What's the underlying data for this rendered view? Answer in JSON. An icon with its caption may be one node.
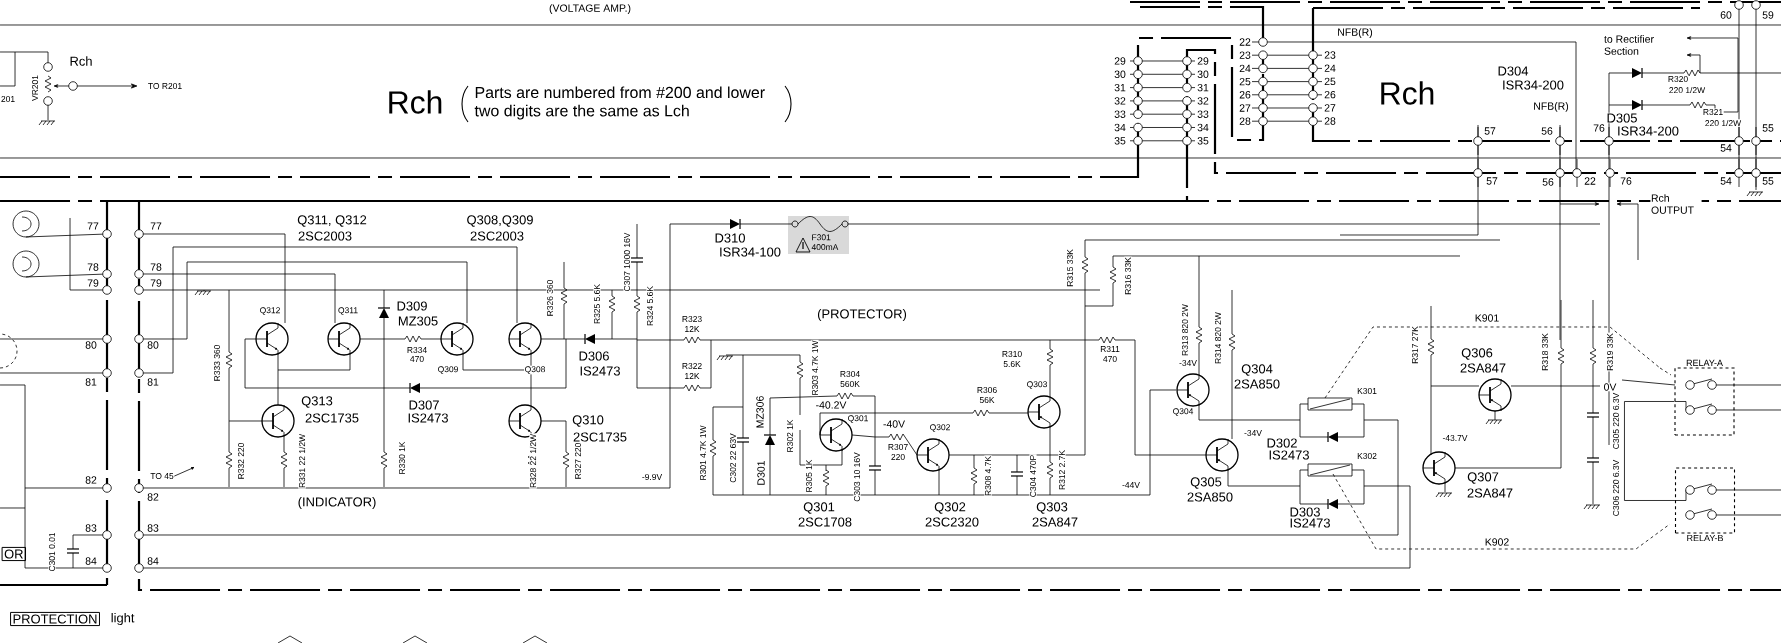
{
  "diagram": {
    "nodes": [
      {
        "text": [
          "F301 400mA"
        ]
      },
      {
        "text": [
          "RELAY-A"
        ]
      },
      {
        "text": [
          "RELAY-B"
        ]
      },
      {
        "text": [
          "OR"
        ]
      },
      {
        "text": [
          "PROTECTION"
        ],
        "beside": [
          "light"
        ]
      }
    ],
    "labels": [
      "(VOLTAGE AMP.)",
      "201",
      "VR201",
      "Rch",
      "TO R201",
      "Rch",
      "Parts are numbered from #200 and lower two digits are the same as Lch",
      "29",
      "30",
      "31",
      "32",
      "33",
      "34",
      "35",
      "29",
      "30",
      "31",
      "32",
      "33",
      "34",
      "35",
      "22",
      "23",
      "24",
      "25",
      "26",
      "27",
      "28",
      "23",
      "24",
      "25",
      "26",
      "27",
      "28",
      "NFB(R)",
      "Rch",
      "60",
      "59",
      "D304",
      "ISR34-200",
      "to Rectifier Section",
      "R320",
      "220 1/2W",
      "NFB(R)",
      "R321",
      "220 1/2W",
      "D305",
      "57",
      "56",
      "76",
      "ISR34-200",
      "55",
      "54",
      "57",
      "56",
      "22",
      "76",
      "54",
      "55",
      "Rch OUTPUT",
      "77",
      "77",
      "Q311, Q312",
      "2SC2003",
      "Q308,Q309",
      "2SC2003",
      "78",
      "78",
      "79",
      "79",
      "R315 33K",
      "R316 33K",
      "D310",
      "ISR34-100",
      "C307 1000 16V",
      "R326 360",
      "R325 5.6K",
      "R324 5.6K",
      "D309",
      "MZ305",
      "Q312",
      "Q311",
      "(PROTECTOR)",
      "R323",
      "12K",
      "R313 820 2W",
      "R314 820 2W",
      "K901",
      "R317 27K",
      "R318 33K",
      "R319 33K",
      "80",
      "80",
      "R334",
      "470",
      "R333 360",
      "D306",
      "IS2473",
      "R310",
      "5.6K",
      "R311",
      "470",
      "Q309",
      "Q308",
      "R322",
      "12K",
      "-34V",
      "Q304",
      "Q306",
      "2SA847",
      "2SA850",
      "R303 4.7K 1W",
      "R304",
      "560K",
      "81",
      "81",
      "R306",
      "56K",
      "Q303",
      "K301",
      "0V",
      "Q313",
      "2SC1735",
      "D307",
      "IS2473",
      "-40.2V",
      "Q304",
      "MZ306",
      "Q301",
      "C305 220 6.3V",
      "Q310",
      "2SC1735",
      "-40V",
      "Q302",
      "-34V",
      "R302 1K",
      "-43.7V",
      "D302",
      "IS2473",
      "R307",
      "220",
      "R301 4.7K 1W",
      "C302 22 63V",
      "K302",
      "R332 220",
      "R331 22 1/2W",
      "R330 1K",
      "R328 22 1/2W",
      "R327 220",
      "D301",
      "R305 1K",
      "C303 10 16V",
      "R308 4.7K",
      "C304 470P",
      "R312 2.7K",
      "TO 45",
      "-9.9V",
      "Q307",
      "2SA847",
      "82",
      "82",
      "Q305",
      "2SA850",
      "C306 220 6.3V",
      "-44V",
      "(INDICATOR)",
      "Q301",
      "2SC1708",
      "Q302",
      "2SC2320",
      "Q303",
      "2SA847",
      "D303",
      "IS2473",
      "83",
      "83",
      "K902",
      "C301 0.01",
      "84",
      "84"
    ],
    "edges": [
      {
        "from": 1,
        "to": 2,
        "arrow": "none"
      }
    ]
  }
}
